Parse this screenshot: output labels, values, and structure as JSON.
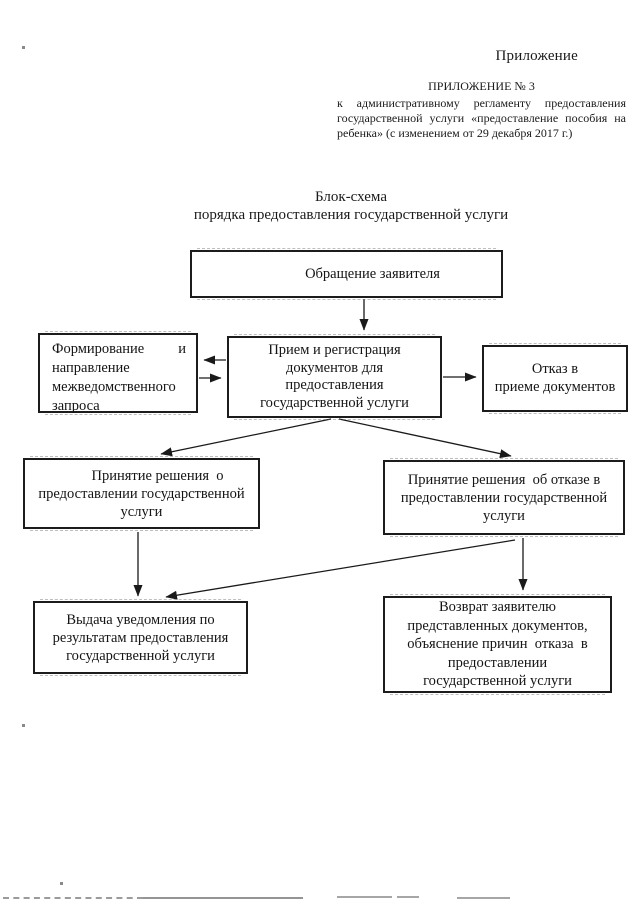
{
  "header": {
    "corner_label": "Приложение",
    "appendix_title": "ПРИЛОЖЕНИЕ № 3",
    "appendix_lines": [
      "к административному регламенту предоставления",
      "государственной услуги «предоставление пособия на",
      "ребенка» (с изменением от 29 декабря 2017 г.)"
    ]
  },
  "title": {
    "line1": "Блок-схема",
    "line2": "порядка предоставления государственной услуги"
  },
  "flowchart": {
    "nodes": [
      {
        "id": "obrashchenie-zayavitelya",
        "lines": [
          "Обращение заявителя"
        ]
      },
      {
        "id": "priem-i-registratsiya",
        "lines": [
          "Прием и регистрация",
          "документов для",
          "предоставления",
          "государственной услуги"
        ]
      },
      {
        "id": "formirovanie-zaprosa",
        "lines": [
          "Формирование и",
          "направление",
          "межведомственного",
          "запроса"
        ]
      },
      {
        "id": "otkaz-v-prieme",
        "lines": [
          "Отказ в",
          "приеме документов"
        ]
      },
      {
        "id": "reshenie-o-predostavlenii",
        "lines": [
          "Принятие решения  о",
          "предоставлении государственной",
          "услуги"
        ]
      },
      {
        "id": "reshenie-ob-otkaze",
        "lines": [
          "Принятие решения  об отказе в",
          "предоставлении государственной",
          "услуги"
        ]
      },
      {
        "id": "vydacha-uvedomleniya",
        "lines": [
          "Выдача уведомления по",
          "результатам предоставления",
          "государственной услуги"
        ]
      },
      {
        "id": "vozvrat-dokumentov",
        "lines": [
          "Возврат заявителю",
          "представленных документов,",
          "объяснение причин  отказа  в",
          "предоставлении",
          "государственной услуги"
        ]
      }
    ],
    "edges": [
      {
        "from": "obrashchenie-zayavitelya",
        "to": "priem-i-registratsiya"
      },
      {
        "from": "priem-i-registratsiya",
        "to": "formirovanie-zaprosa"
      },
      {
        "from": "formirovanie-zaprosa",
        "to": "priem-i-registratsiya"
      },
      {
        "from": "priem-i-registratsiya",
        "to": "otkaz-v-prieme"
      },
      {
        "from": "priem-i-registratsiya",
        "to": "reshenie-o-predostavlenii"
      },
      {
        "from": "priem-i-registratsiya",
        "to": "reshenie-ob-otkaze"
      },
      {
        "from": "reshenie-o-predostavlenii",
        "to": "vydacha-uvedomleniya"
      },
      {
        "from": "reshenie-ob-otkaze",
        "to": "vozvrat-dokumentov"
      },
      {
        "from": "reshenie-ob-otkaze",
        "to": "vydacha-uvedomleniya"
      }
    ]
  },
  "colors": {
    "ink": "#1a1a1a",
    "paper": "#ffffff",
    "artifact_gray": "#9b9b9b"
  }
}
